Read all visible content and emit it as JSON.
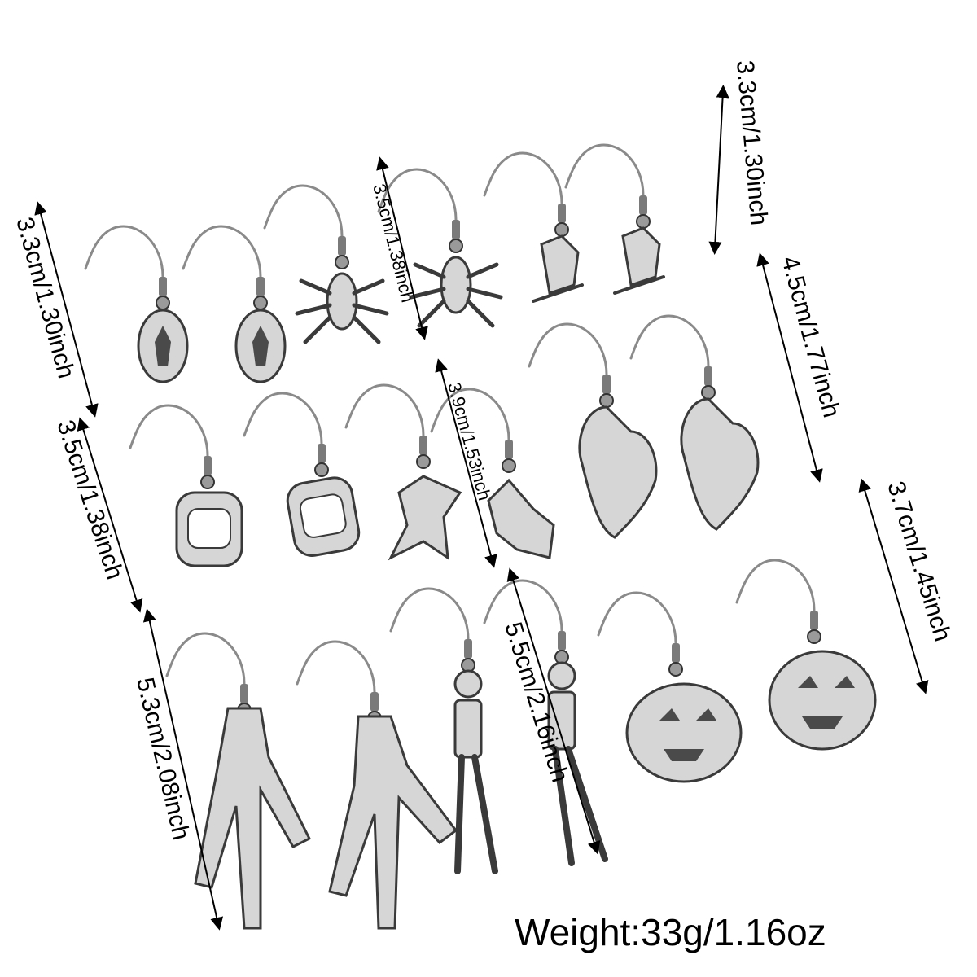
{
  "measurements": {
    "cat_oval": "3.3cm/1.30inch",
    "spider": "3.5cm/1.38inch",
    "witch": "3.3cm/1.30inch",
    "fangs": "3.5cm/1.38inch",
    "bat": "3.9cm/1.53inch",
    "ghost": "4.5cm/1.77inch",
    "pumpkin": "3.7cm/1.45inch",
    "skeleton_hand": "5.3cm/2.08inch",
    "skeleton": "5.5cm/2.16inch"
  },
  "weight_label": "Weight:33g/1.16oz",
  "colors": {
    "metal": "#d6d6d6",
    "outline": "#3a3a3a",
    "wire": "#8a8a8a"
  }
}
